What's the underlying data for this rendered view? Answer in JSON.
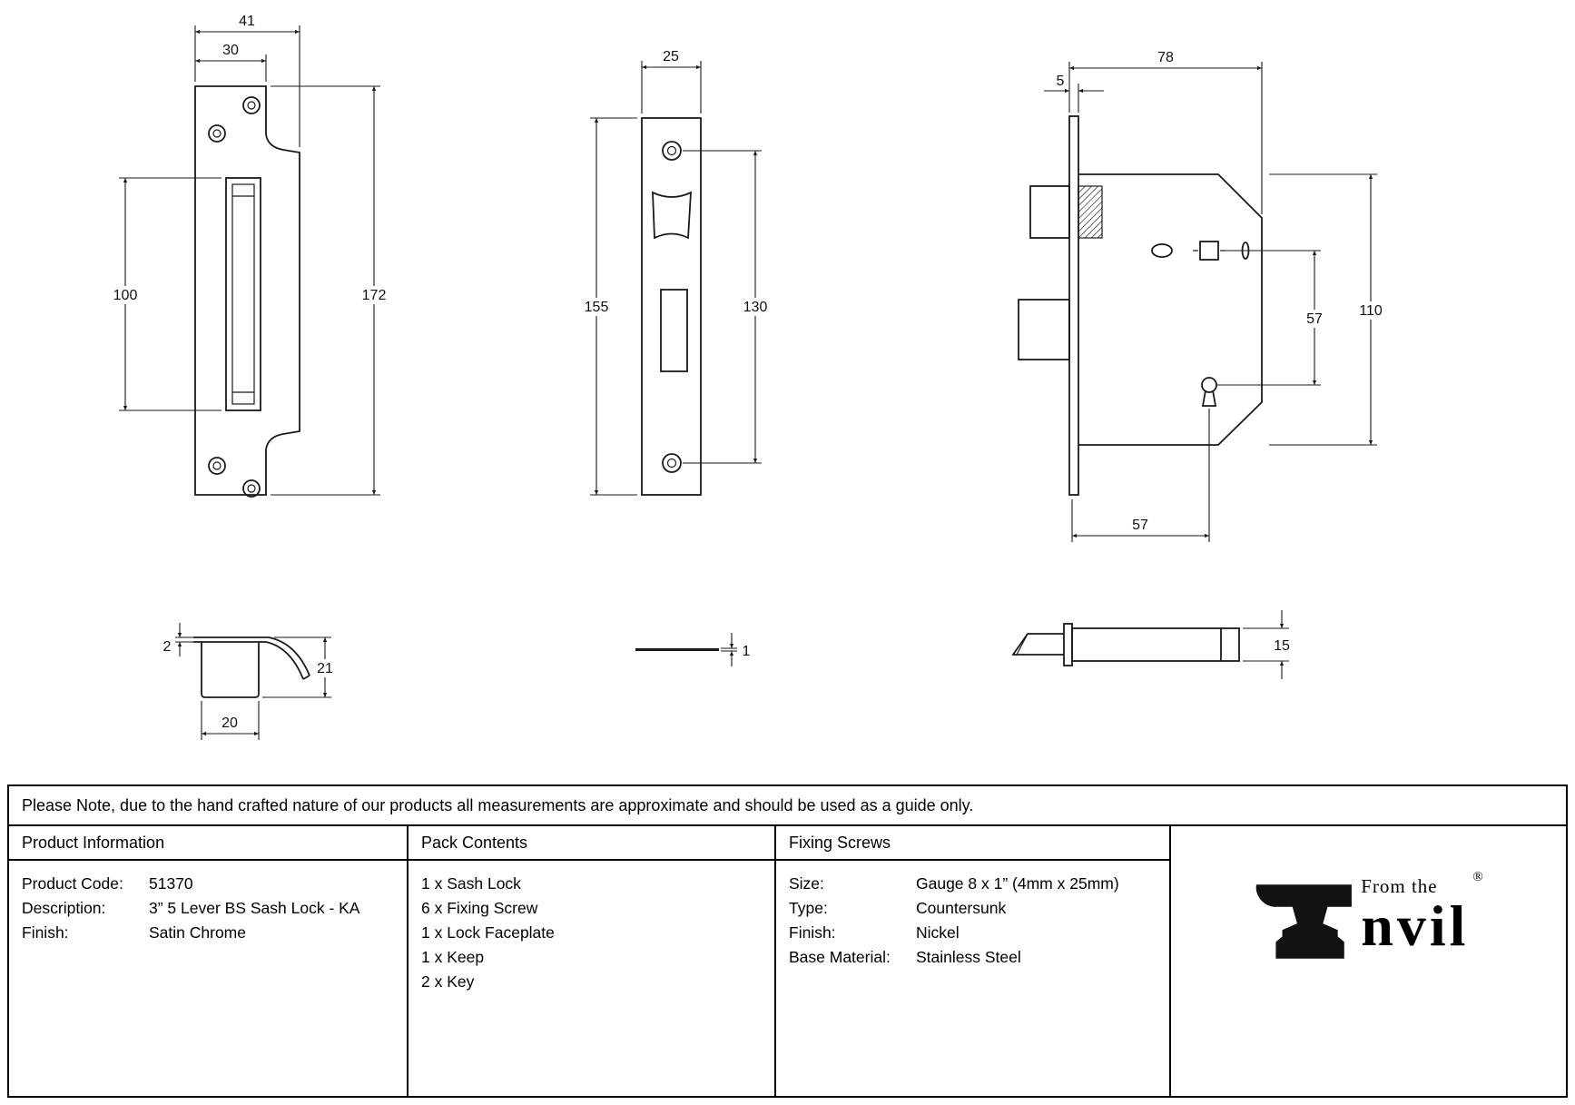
{
  "note": {
    "text": "Please Note, due to the hand crafted nature of our products all measurements are approximate and should be used as a guide only."
  },
  "tables": {
    "product_info": {
      "title": "Product Information",
      "rows": [
        {
          "label": "Product Code:",
          "value": "51370"
        },
        {
          "label": "Description:",
          "value": "3” 5 Lever BS Sash Lock - KA"
        },
        {
          "label": "Finish:",
          "value": "Satin Chrome"
        }
      ]
    },
    "pack_contents": {
      "title": "Pack Contents",
      "items": [
        "1 x Sash Lock",
        "6 x Fixing Screw",
        "1 x Lock Faceplate",
        "1 x Keep",
        "2 x Key"
      ]
    },
    "fixing_screws": {
      "title": "Fixing Screws",
      "rows": [
        {
          "label": "Size:",
          "value": "Gauge 8 x 1” (4mm x 25mm)"
        },
        {
          "label": "Type:",
          "value": "Countersunk"
        },
        {
          "label": "Finish:",
          "value": "Nickel"
        },
        {
          "label": "Base Material:",
          "value": "Stainless Steel"
        }
      ]
    }
  },
  "logo": {
    "from_the": "From the",
    "brand": "nvil",
    "registered": "®"
  },
  "dims": {
    "keep": {
      "overall_width": "41",
      "plate_width": "30",
      "box_height": "100",
      "overall_height": "172"
    },
    "faceplate": {
      "width": "25",
      "height": "155",
      "hole_spacing": "130",
      "thickness": "1"
    },
    "lock": {
      "depth": "78",
      "faceplate_thickness": "5",
      "case_height": "110",
      "follower_to_key": "57",
      "backset": "57",
      "case_thickness": "15"
    },
    "keep_profile": {
      "lip_thickness": "2",
      "depth": "21",
      "width": "20"
    }
  }
}
